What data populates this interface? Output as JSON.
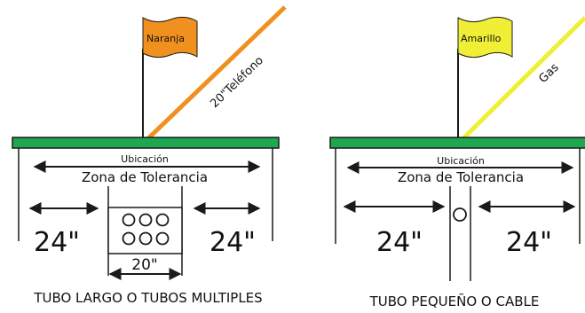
{
  "colors": {
    "ground": "#1ea650",
    "orange": "#f0901f",
    "yellow": "#f0ef35",
    "line": "#1a1a1a"
  },
  "left_panel": {
    "flag_label": "Naranja",
    "utility_label": "20\"Teléfono",
    "location_label": "Ubicación",
    "zone_label": "Zona de Tolerancia",
    "left_distance": "24\"",
    "right_distance": "24\"",
    "width_label": "20\"",
    "caption": "TUBO LARGO O TUBOS MULTIPLES"
  },
  "right_panel": {
    "flag_label": "Amarillo",
    "utility_label": "Gas",
    "location_label": "Ubicación",
    "zone_label": "Zona de Tolerancia",
    "left_distance": "24\"",
    "right_distance": "24\"",
    "caption": "TUBO PEQUEÑO O CABLE"
  }
}
